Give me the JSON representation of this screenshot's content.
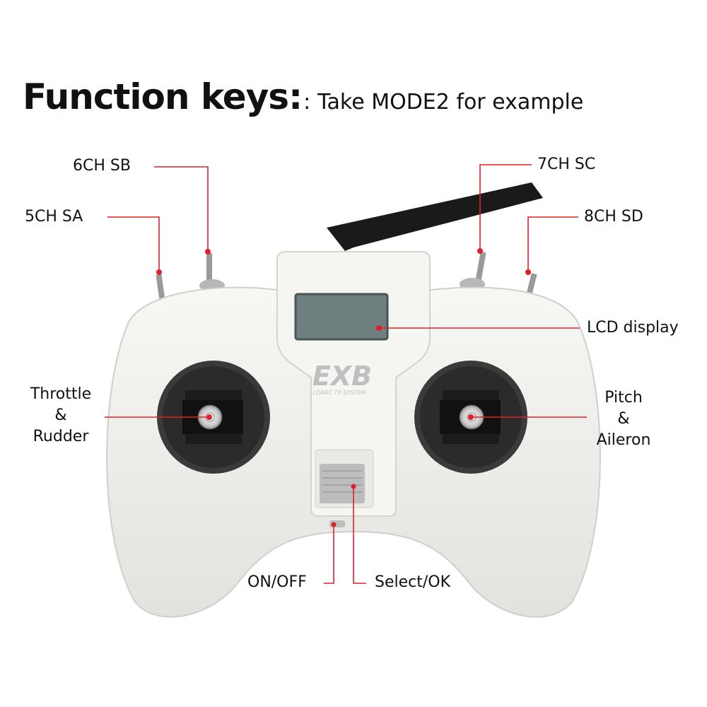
{
  "header": {
    "title": "Function keys:",
    "separator": ":",
    "subtitle": "Take MODE2 for example"
  },
  "device": {
    "logo": "EXB",
    "logo_sub": "LDARC TX SYSTEM"
  },
  "labels": {
    "ch6": "6CH SB",
    "ch5": "5CH SA",
    "ch7": "7CH SC",
    "ch8": "8CH SD",
    "lcd": "LCD display",
    "left_stick": {
      "l1": "Throttle",
      "l2": "&",
      "l3": "Rudder"
    },
    "right_stick": {
      "l1": "Pitch",
      "l2": "&",
      "l3": "Aileron"
    },
    "power": "ON/OFF",
    "select": "Select/OK"
  },
  "colors": {
    "leader": "#e0202a",
    "body": "#eeeeea",
    "stick_well": "#2b2b2b"
  }
}
